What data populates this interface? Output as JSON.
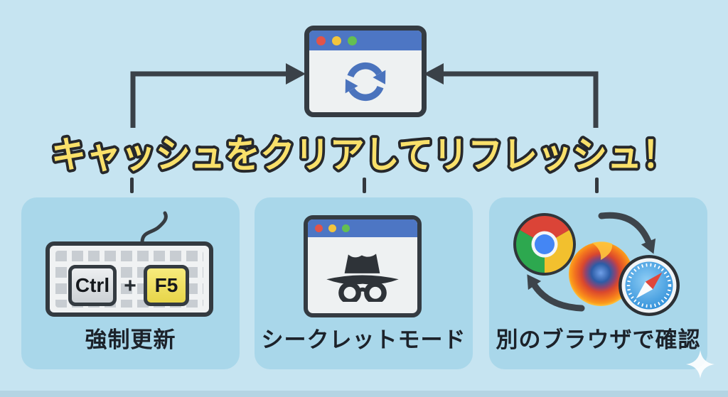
{
  "title": "キャッシュをクリアしてリフレッシュ！",
  "cards": [
    {
      "id": "force-refresh",
      "label": "強制更新",
      "keys": {
        "modifier": "Ctrl",
        "separator": "+",
        "function": "F5"
      }
    },
    {
      "id": "incognito-mode",
      "label": "シークレットモード"
    },
    {
      "id": "check-other-browser",
      "label": "別のブラウザで確認",
      "browsers": [
        "Chrome",
        "Firefox",
        "Safari"
      ]
    }
  ],
  "icons": {
    "top_window": "refresh-icon",
    "card_2": "incognito-icon",
    "decoration": "sparkle-icon"
  },
  "colors": {
    "background": "#c6e4f1",
    "card": "#a9d7ea",
    "outline_dark": "#343b42",
    "arrow_dark": "#3a4148",
    "titlebar_blue": "#4d76c4",
    "refresh_blue": "#4a73bd",
    "title_yellow": "#f9e06a",
    "key_yellow": "#f2e15e",
    "dot_red": "#e25449",
    "dot_yellow": "#f2c53d",
    "dot_green": "#64bf52"
  }
}
